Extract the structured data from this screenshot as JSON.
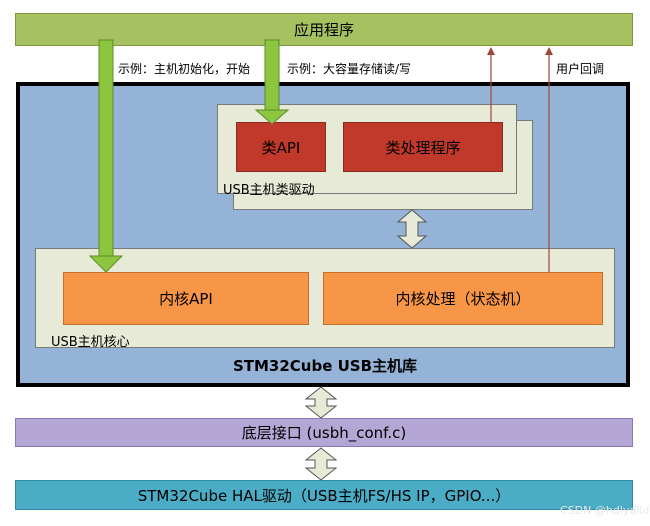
{
  "app_layer": {
    "label": "应用程序"
  },
  "notes": {
    "example_init": "示例：主机初始化，开始",
    "example_msc": "示例：大容量存储读/写",
    "user_callback": "用户回调"
  },
  "host_library": {
    "title": "STM32Cube USB主机库",
    "class_driver": {
      "caption": "USB主机类驱动",
      "class_api": "类API",
      "class_process": "类处理程序"
    },
    "host_core": {
      "caption": "USB主机核心",
      "core_api": "内核API",
      "core_process": "内核处理（状态机）"
    }
  },
  "low_level": {
    "label": "底层接口 (usbh_conf.c)"
  },
  "hal": {
    "label": "STM32Cube HAL驱动（USB主机FS/HS IP，GPIO...）"
  },
  "watermark": "CSDN @hdlydlld",
  "colors": {
    "app": "#a6c160",
    "library": "#95b3d7",
    "module_bg": "#e6ead6",
    "class_blocks": "#c0392b",
    "core_blocks": "#f79646",
    "low_level": "#b4a7d6",
    "hal": "#4bacc6",
    "green_arrow": "#8cc63f",
    "callback_arrow": "#a0453a"
  }
}
